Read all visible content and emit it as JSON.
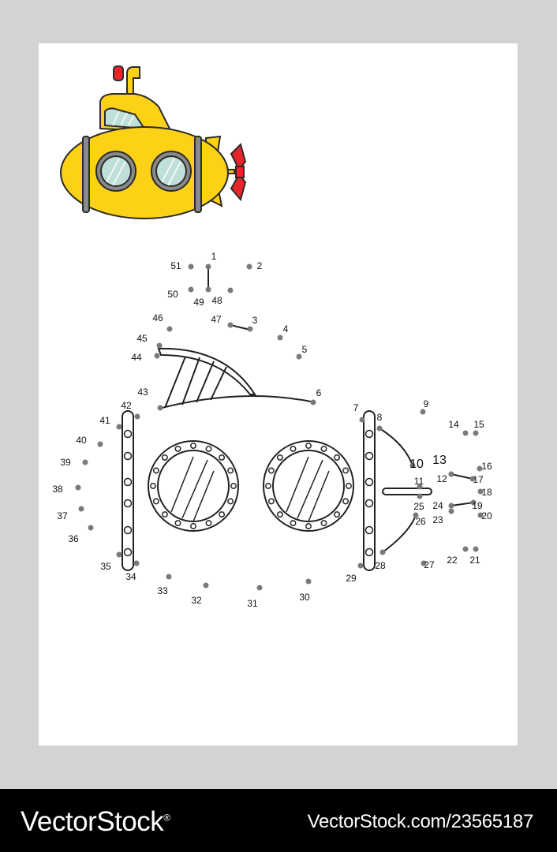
{
  "worksheet": {
    "dot_labels": [
      "1",
      "2",
      "3",
      "4",
      "5",
      "6",
      "7",
      "8",
      "9",
      "10",
      "11",
      "12",
      "13",
      "14",
      "15",
      "16",
      "17",
      "18",
      "19",
      "20",
      "21",
      "22",
      "23",
      "24",
      "25",
      "26",
      "27",
      "28",
      "29",
      "30",
      "31",
      "32",
      "33",
      "34",
      "35",
      "36",
      "37",
      "38",
      "39",
      "40",
      "41",
      "42",
      "43",
      "44",
      "45",
      "46",
      "47",
      "48",
      "49",
      "50",
      "51"
    ]
  },
  "footer": {
    "brand": "VectorStock",
    "registered_mark": "®",
    "site": "VectorStock.com/23565187"
  },
  "colors": {
    "page_background": "#d3d3d3",
    "sheet": "#ffffff",
    "footer": "#000000",
    "submarine_body": "#fcd116",
    "submarine_outline": "#2b2b2b",
    "propeller": "#e8262a",
    "band": "#8a8a8a",
    "porthole_glass": "#bfe0d8",
    "dot": "#7a7a7a"
  },
  "icons": [
    "submarine-illustration",
    "porthole-icon"
  ]
}
